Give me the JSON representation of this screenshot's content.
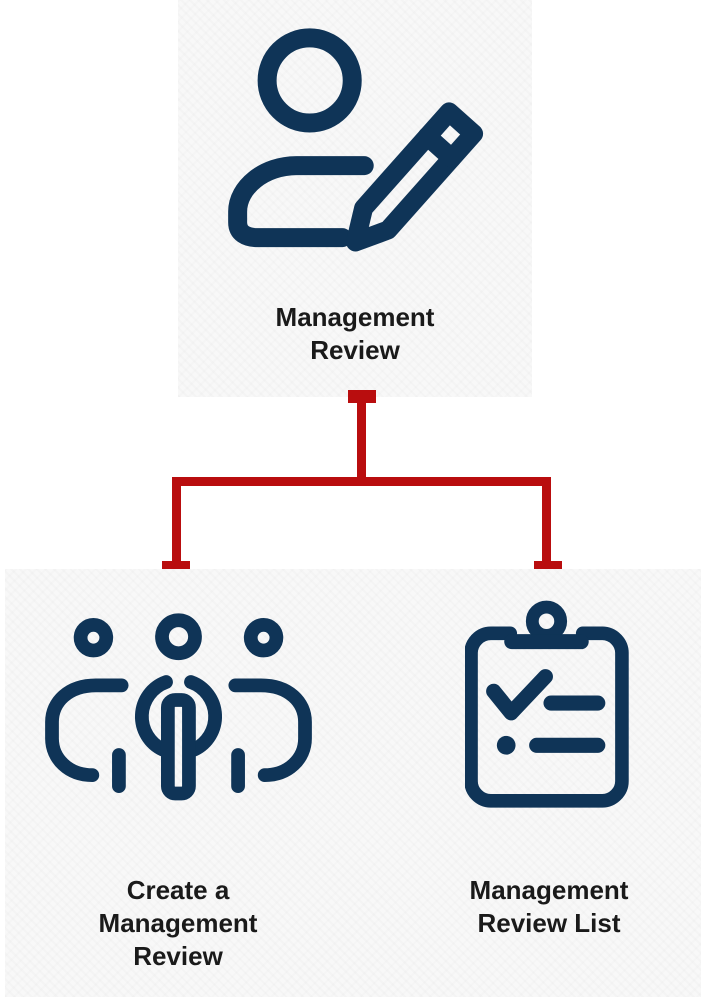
{
  "colors": {
    "page": "#ffffff",
    "card": "#f8f8f8",
    "navy": "#0f3457",
    "red": "#b90d0e",
    "ink": "#1a1a1a"
  },
  "diagram": {
    "root": {
      "label": "Management\nReview",
      "icon": "person-writing-icon"
    },
    "children": [
      {
        "label": "Create a\nManagement\nReview",
        "icon": "team-icon"
      },
      {
        "label": "Management\nReview List",
        "icon": "clipboard-checklist-icon"
      }
    ]
  }
}
